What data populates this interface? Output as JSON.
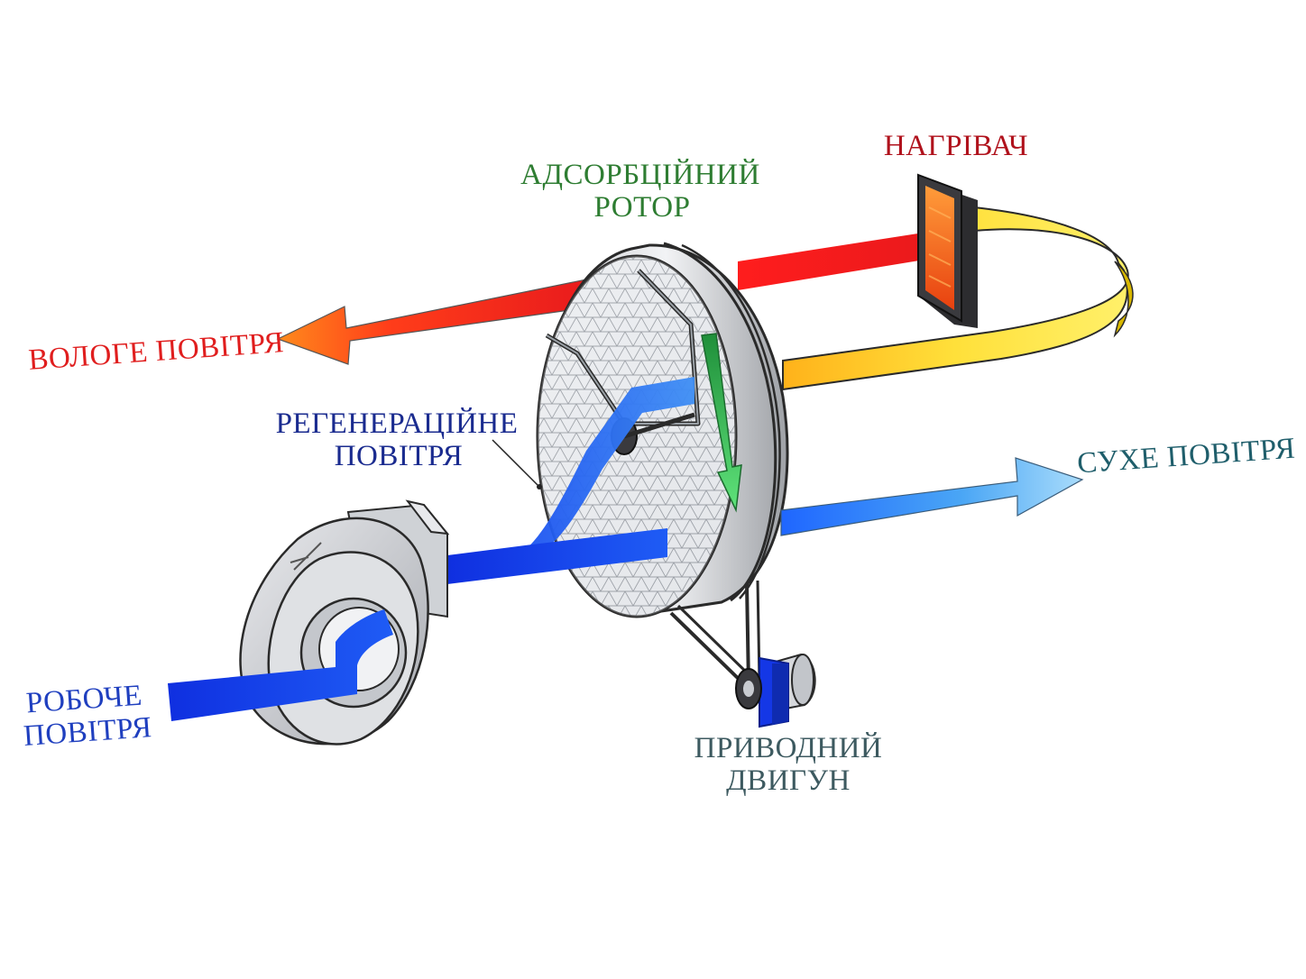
{
  "labels": {
    "rotor": [
      "АДСОРБЦІЙНИЙ",
      "РОТОР"
    ],
    "heater": "НАГРІВАЧ",
    "wet_air": "ВОЛОГЕ ПОВІТРЯ",
    "regen_air": [
      "РЕГЕНЕРАЦІЙНЕ",
      "ПОВІТРЯ"
    ],
    "dry_air": "СУХЕ ПОВІТРЯ",
    "process_air": [
      "РОБОЧЕ",
      "ПОВІТРЯ"
    ],
    "motor": [
      "ПРИВОДНИЙ",
      "ДВИГУН"
    ]
  },
  "colors": {
    "process_air": "#1437e6",
    "dry_air": "#58b4f0",
    "wet_air": "#e8191c",
    "heated_air": "#ffe03a",
    "heater_core": "#ff6a1a",
    "rotor_arrow": "#27b052",
    "heater_text": "#b0121c",
    "rotor_text": "#2e7d32"
  }
}
